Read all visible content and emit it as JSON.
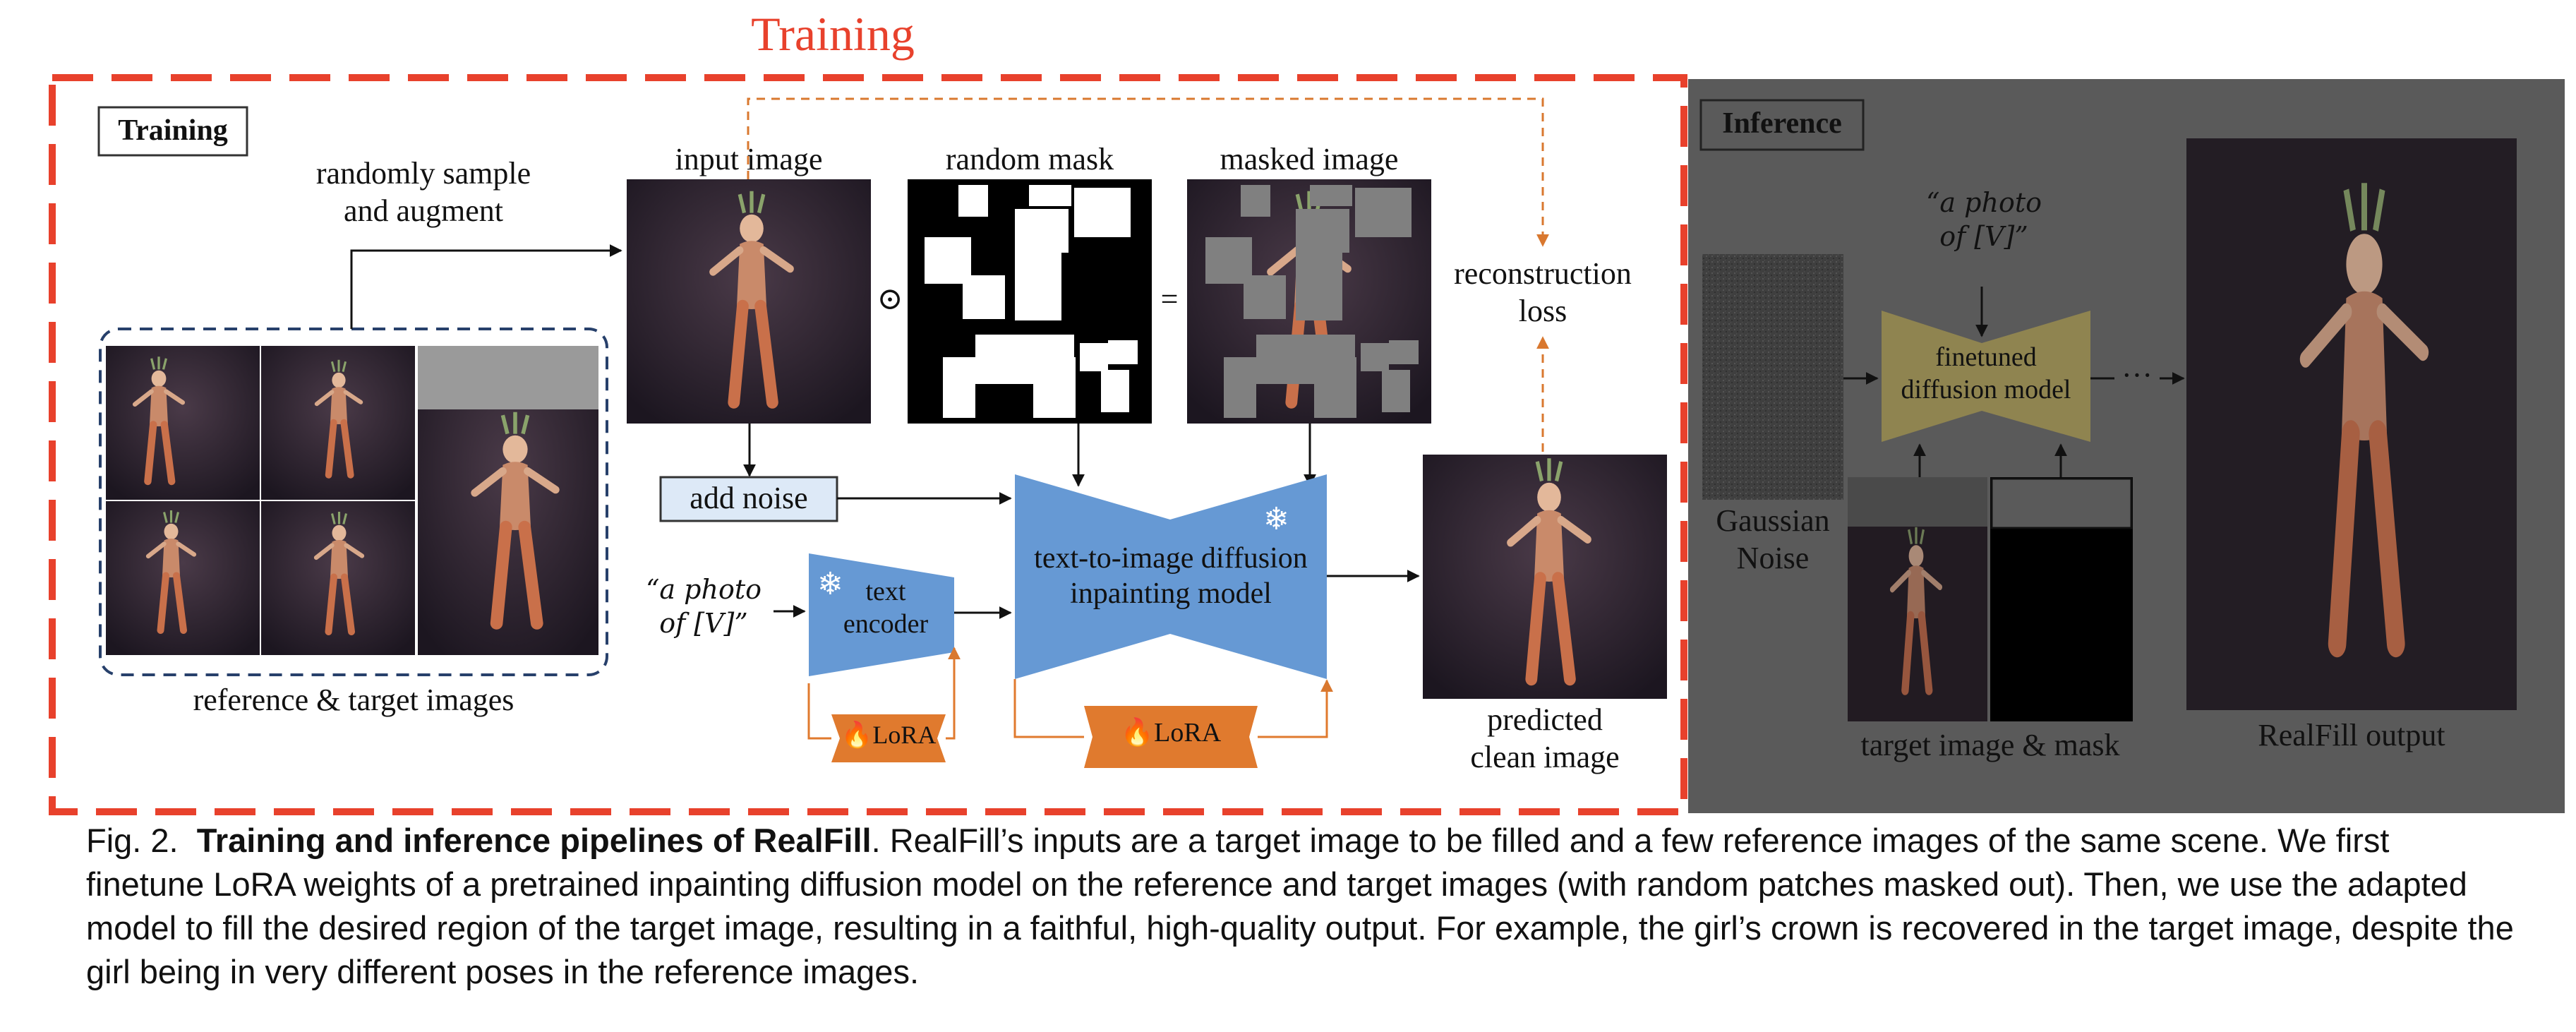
{
  "top_title": "Training",
  "training": {
    "box_label": "Training",
    "randomly_sample": "randomly sample\nand augment",
    "reference_label": "reference & target images",
    "input_image": "input image",
    "random_mask": "random mask",
    "masked_image": "masked image",
    "odot": "⊙",
    "equals": "=",
    "reconstruction_loss": "reconstruction\nloss",
    "add_noise": "add noise",
    "prompt": "“a photo\nof [V]”",
    "text_encoder": "text\nencoder",
    "diffusion_model": "text-to-image diffusion\ninpainting model",
    "lora": "LoRA",
    "predicted": "predicted\nclean image"
  },
  "inference": {
    "box_label": "Inference",
    "prompt": "“a photo\nof [V]”",
    "finetuned": "finetuned\ndiffusion model",
    "gaussian": "Gaussian\nNoise",
    "target_mask": "target image & mask",
    "output": "RealFill output",
    "dots": "···"
  },
  "caption": {
    "fig": "Fig. 2.",
    "bold": "Training and inference pipelines of RealFill",
    "text": ". RealFill’s inputs are a target image to be filled and a few reference images of the same scene. We first finetune LoRA weights of a pretrained inpainting diffusion model on the reference and target images (with random patches masked out). Then, we use the adapted model to fill the desired region of the target image, resulting in a faithful, high-quality output. For example, the girl’s crown is recovered in the target image, despite the girl being in very different poses in the reference images."
  },
  "colors": {
    "training_border": "#e8412c",
    "inference_bg": "#5a5a5a",
    "model_blue": "#6699d4",
    "lora_orange": "#e07a2e",
    "arrow_orange": "#d9782f",
    "noise_box": "#dde9f7"
  }
}
